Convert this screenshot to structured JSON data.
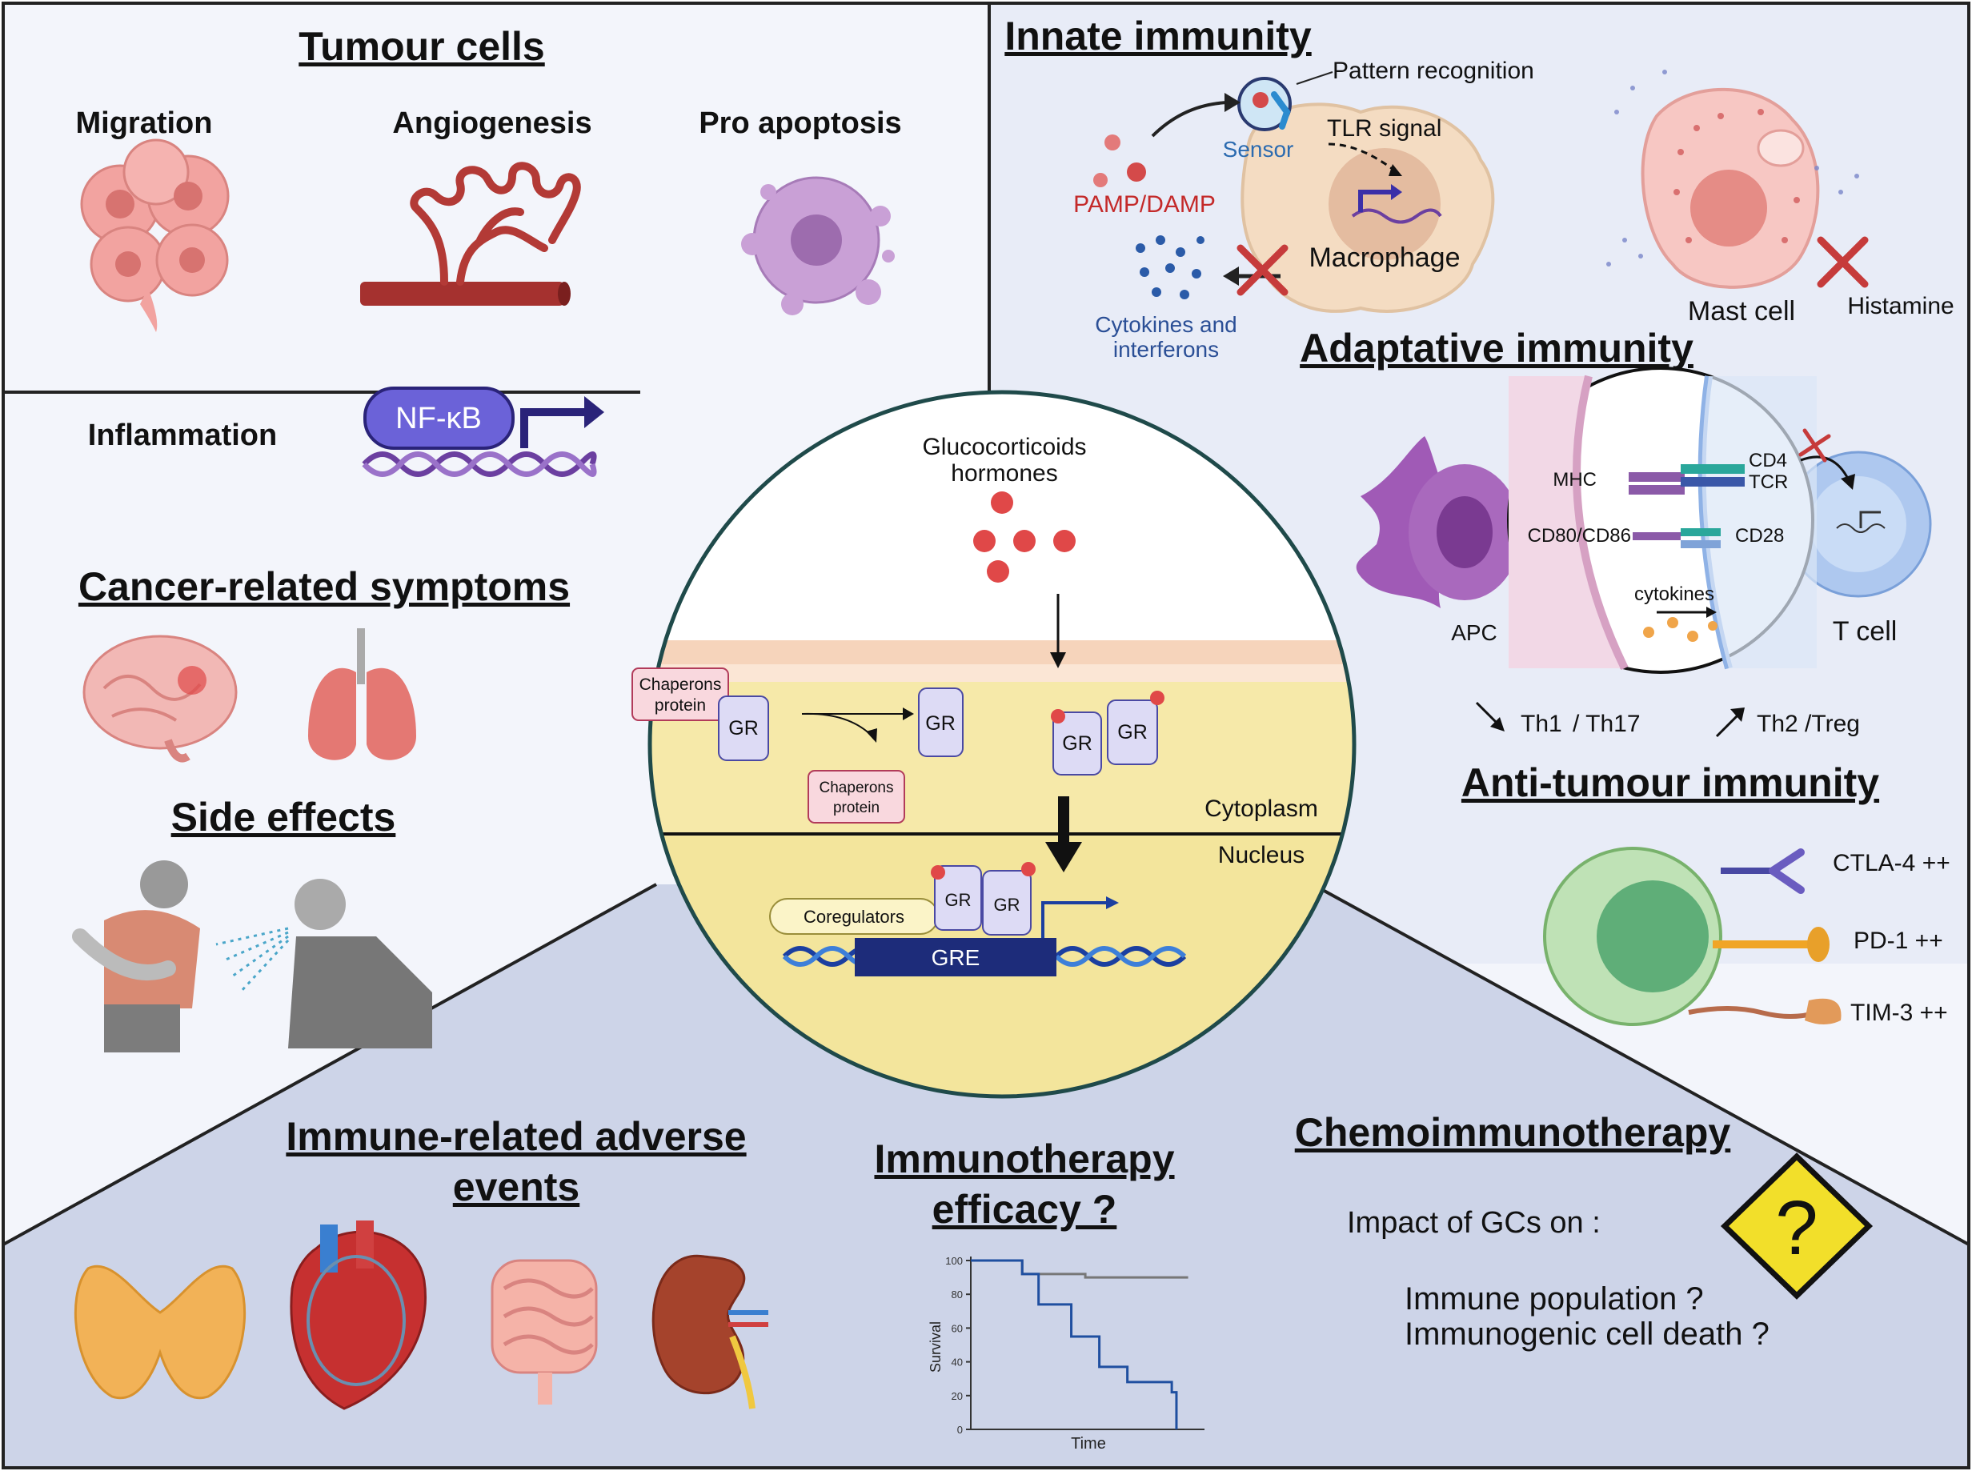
{
  "tumour": {
    "title": "Tumour cells",
    "migration": "Migration",
    "angiogenesis": "Angiogenesis",
    "apoptosis": "Pro apoptosis",
    "inflammation": "Inflammation",
    "nfkb": "NF-κB"
  },
  "symptoms": {
    "title": "Cancer-related symptoms"
  },
  "side_effects": {
    "title": "Side effects"
  },
  "innate": {
    "title": "Innate immunity",
    "pattern": "Pattern recognition",
    "sensor": "Sensor",
    "tlr": "TLR signal",
    "pamp": "PAMP/DAMP",
    "macrophage": "Macrophage",
    "cytokines_1": "Cytokines and",
    "cytokines_2": "interferons",
    "mast": "Mast cell",
    "histamine": "Histamine"
  },
  "adaptive": {
    "title": "Adaptative immunity",
    "mhc": "MHC",
    "cd4": "CD4",
    "tcr": "TCR",
    "cd80": "CD80/CD86",
    "cd28": "CD28",
    "cytokines": "cytokines",
    "apc": "APC",
    "tcell": "T cell",
    "th1": "Th1",
    "th17": "/ Th17",
    "th2": "Th2 /Treg"
  },
  "antitumour": {
    "title": "Anti-tumour immunity",
    "ctla4": "CTLA-4 ++",
    "pd1": "PD-1 ++",
    "tim3": "TIM-3 ++"
  },
  "center": {
    "gc_1": "Glucocorticoids",
    "gc_2": "hormones",
    "chap_1": "Chaperons",
    "chap_2": "protein",
    "gr": "GR",
    "cytoplasm": "Cytoplasm",
    "nucleus": "Nucleus",
    "coregulators": "Coregulators",
    "gre": "GRE"
  },
  "irae": {
    "title_1": "Immune-related adverse",
    "title_2": "events"
  },
  "efficacy": {
    "title_1": "Immunotherapy",
    "title_2": "efficacy ?",
    "chart_data": {
      "type": "line",
      "xlabel": "Time",
      "ylabel": "Survival",
      "yticks": [
        "0",
        "20",
        "40",
        "60",
        "80",
        "100"
      ],
      "ylim": [
        0,
        100
      ],
      "xlim": [
        0,
        100
      ],
      "series": [
        {
          "x": [
            0,
            22,
            22,
            49,
            49,
            93
          ],
          "y": [
            100,
            100,
            92,
            92,
            90,
            90
          ]
        },
        {
          "x": [
            0,
            22,
            22,
            29,
            29,
            43,
            43,
            55,
            55,
            67,
            67,
            86,
            86,
            88,
            88
          ],
          "y": [
            100,
            100,
            92,
            92,
            74,
            74,
            55,
            55,
            37,
            37,
            28,
            28,
            22,
            22,
            0
          ]
        }
      ]
    }
  },
  "chemo": {
    "title": "Chemoimmunotherapy",
    "impact": "Impact of GCs on :",
    "q1": "Immune population ?",
    "q2": "Immunogenic cell death ?",
    "warning_icon": "?"
  }
}
